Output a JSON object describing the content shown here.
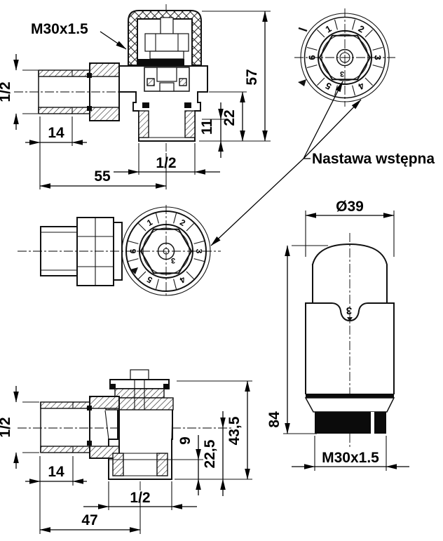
{
  "preset_label": "Nastawa wstępna",
  "top_view": {
    "cap_thread": "M30x1.5",
    "inlet_size": "1/2",
    "thread_length": "14",
    "length_total": "55",
    "outlet_size": "1/2",
    "height_total": "57",
    "outlet_height": "22",
    "outlet_lip": "11"
  },
  "dial_top": {
    "numbers": [
      "1",
      "2",
      "3",
      "4",
      "5",
      "6"
    ],
    "indicator": "3"
  },
  "dial_side": {
    "numbers": [
      "1",
      "2",
      "3",
      "4",
      "5",
      "6"
    ],
    "indicator": "3"
  },
  "bottom_view": {
    "inlet_size": "1/2",
    "thread_length": "14",
    "length_total": "47",
    "outlet_size": "1/2",
    "outlet_depth": "9",
    "axis_to_base": "22,5",
    "height_total": "43,5"
  },
  "head_view": {
    "diameter": "Ø39",
    "height": "84",
    "thread": "M30x1.5",
    "setting": "3"
  }
}
